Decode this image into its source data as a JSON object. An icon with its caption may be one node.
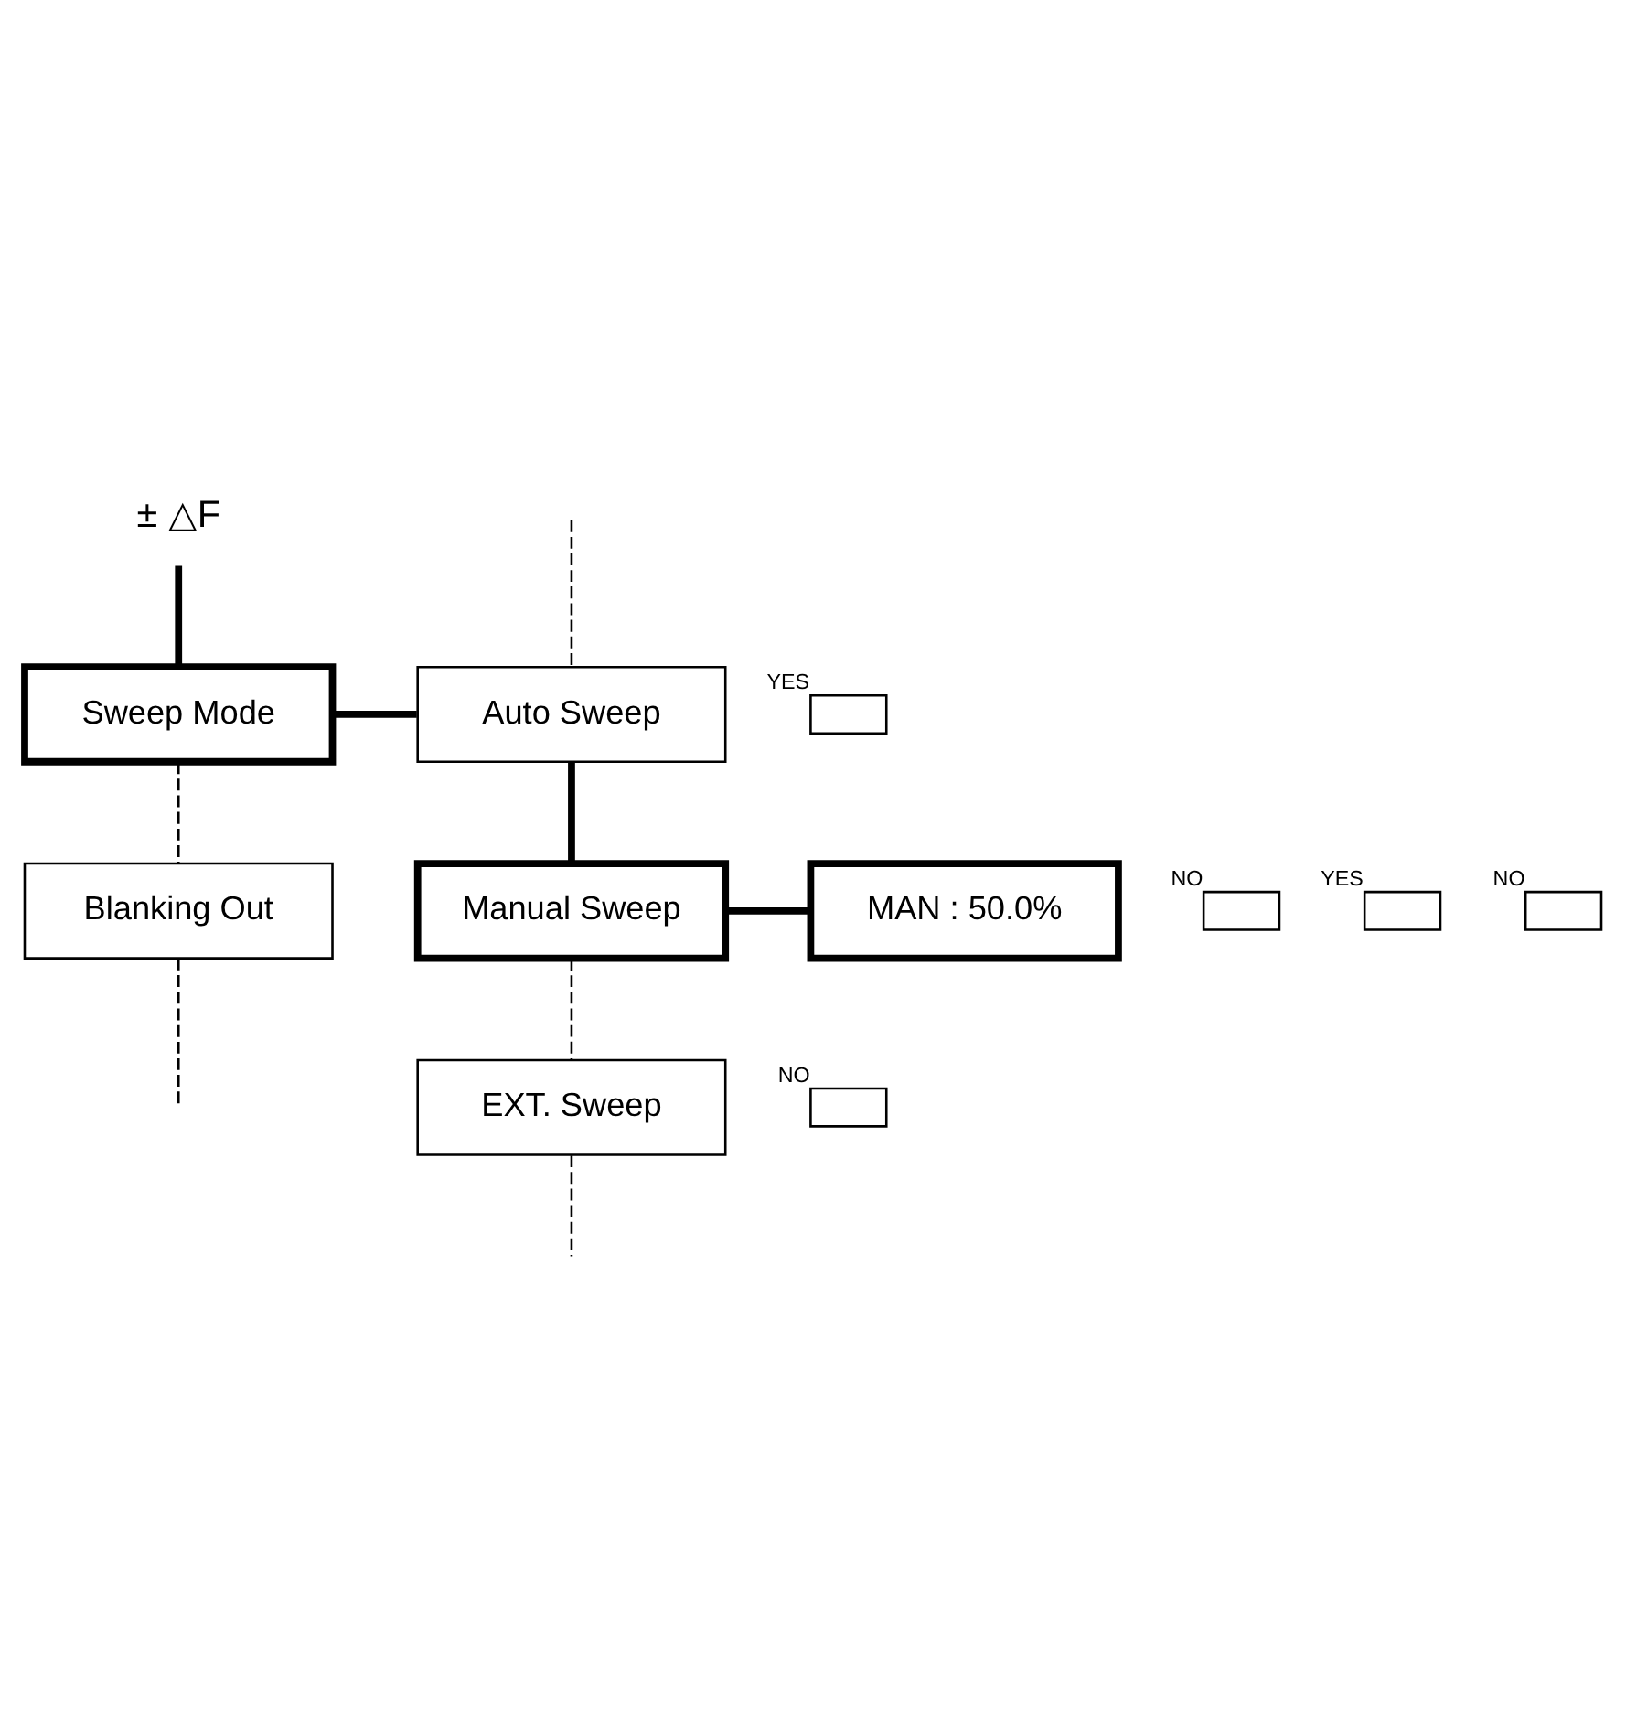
{
  "diagram": {
    "nodes": [
      {
        "text": [
          "± △F"
        ]
      },
      {
        "text": [
          "YES"
        ]
      },
      {
        "text": [
          "Sweep Mode"
        ]
      },
      {
        "text": [
          "Auto Sweep"
        ]
      },
      {
        "text": [
          "NO"
        ]
      },
      {
        "text": [
          "YES"
        ]
      },
      {
        "text": [
          "Manual Sweep"
        ]
      },
      {
        "text": [
          "MAN : 50.0%"
        ]
      },
      {
        "text": [
          "NO"
        ]
      },
      {
        "text": [
          "EXT. Sweep"
        ]
      },
      {
        "text": [
          "NO"
        ]
      },
      {
        "text": [
          "Blanking Out"
        ]
      }
    ],
    "edges": [
      {
        "from": 0,
        "to": 2,
        "arrow": "none",
        "style": "thick"
      },
      {
        "from": 2,
        "to": 3,
        "arrow": "none",
        "style": "thick"
      },
      {
        "from": null,
        "to": 3,
        "arrow": "none",
        "style": "dashed"
      },
      {
        "from": 3,
        "to": 6,
        "arrow": "none",
        "style": "thick"
      },
      {
        "from": 6,
        "to": 7,
        "arrow": "none",
        "style": "thick"
      },
      {
        "from": 6,
        "to": 9,
        "arrow": "none",
        "style": "dashed"
      },
      {
        "from": 9,
        "to": null,
        "arrow": "none",
        "style": "dashed"
      },
      {
        "from": 2,
        "to": 11,
        "arrow": "none",
        "style": "dashed"
      },
      {
        "from": 11,
        "to": null,
        "arrow": "none",
        "style": "dashed"
      }
    ]
  }
}
